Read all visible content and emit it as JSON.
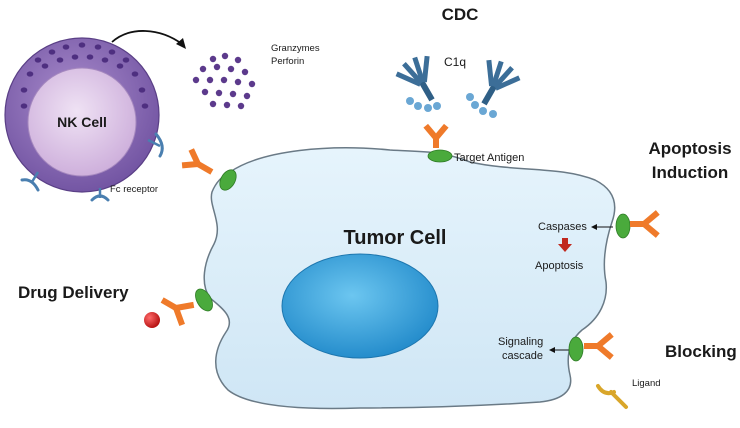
{
  "labels": {
    "nk_cell": "NK Cell",
    "granzymes": "Granzymes",
    "perforin": "Perforin",
    "fc_receptor": "Fc receptor",
    "cdc": "CDC",
    "c1q": "C1q",
    "target_antigen": "Target Antigen",
    "apoptosis_induction_line1": "Apoptosis",
    "apoptosis_induction_line2": "Induction",
    "caspases": "Caspases",
    "apoptosis": "Apoptosis",
    "tumor_cell": "Tumor Cell",
    "drug_delivery": "Drug Delivery",
    "signaling_line1": "Signaling",
    "signaling_line2": "cascade",
    "blocking": "Blocking",
    "ligand": "Ligand"
  },
  "colors": {
    "antibody": "#ef7a2a",
    "antigen": "#4aaa3c",
    "tumor_fill": "#dbeef9",
    "nucleus": "#3aa4dc",
    "nk_outer": "#8668b0",
    "nk_inner": "#d6bfe2",
    "c1q": "#2f5f86",
    "drug": "#d11a1a",
    "ligand": "#d9a62a",
    "caspase_arrow": "#c0281e"
  }
}
